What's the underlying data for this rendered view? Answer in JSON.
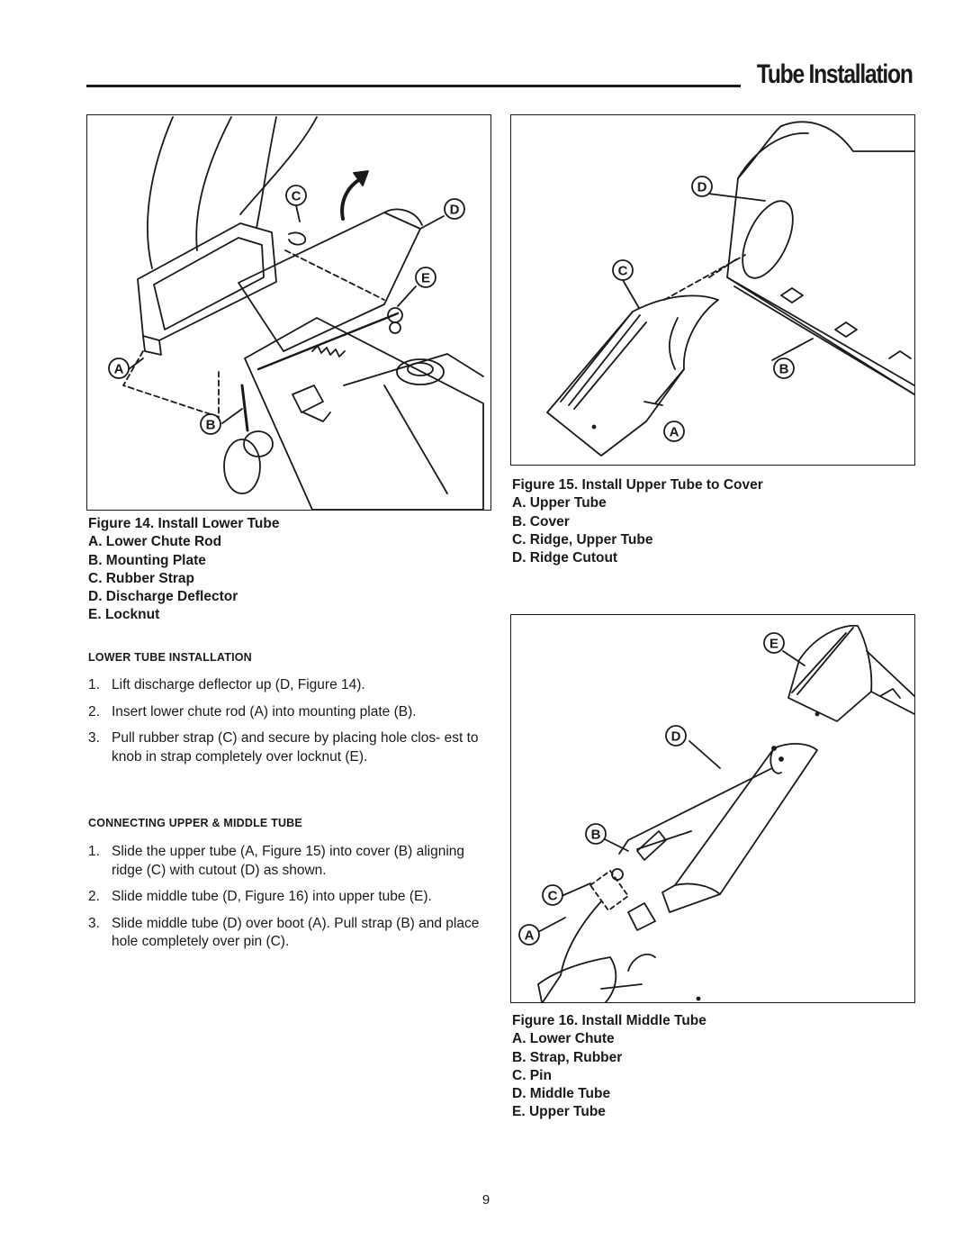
{
  "header": {
    "title": "Tube Installation"
  },
  "figure14": {
    "labels": {
      "a": "A",
      "b": "B",
      "c": "C",
      "d": "D",
      "e": "E"
    },
    "caption": {
      "title": "Figure 14. Install Lower Tube",
      "items": [
        "A. Lower Chute Rod",
        "B. Mounting Plate",
        "C. Rubber Strap",
        "D. Discharge Deflector",
        "E. Locknut"
      ]
    }
  },
  "figure15": {
    "labels": {
      "a": "A",
      "b": "B",
      "c": "C",
      "d": "D"
    },
    "caption": {
      "title": "Figure 15. Install Upper Tube to Cover",
      "items": [
        "A. Upper Tube",
        "B. Cover",
        "C. Ridge, Upper Tube",
        "D. Ridge Cutout"
      ]
    }
  },
  "figure16": {
    "labels": {
      "a": "A",
      "b": "B",
      "c": "C",
      "d": "D",
      "e": "E"
    },
    "caption": {
      "title": "Figure 16. Install Middle Tube",
      "items": [
        "A. Lower Chute",
        "B. Strap, Rubber",
        "C. Pin",
        "D. Middle Tube",
        "E. Upper Tube"
      ]
    }
  },
  "lower_tube": {
    "heading": "LOWER TUBE INSTALLATION",
    "steps": [
      {
        "num": "1.",
        "text": "Lift discharge deflector up (D, Figure 14)."
      },
      {
        "num": "2.",
        "text": "Insert lower chute rod (A) into mounting plate (B)."
      },
      {
        "num": "3.",
        "text": "Pull rubber strap (C) and secure by placing hole clos- est to knob in strap completely over locknut (E)."
      }
    ]
  },
  "connecting": {
    "heading": "CONNECTING UPPER & MIDDLE TUBE",
    "steps": [
      {
        "num": "1.",
        "text": "Slide the upper tube (A, Figure 15) into cover (B) aligning ridge (C) with cutout (D) as shown."
      },
      {
        "num": "2.",
        "text": "Slide middle tube (D, Figure 16) into upper tube (E)."
      },
      {
        "num": "3.",
        "text": "Slide middle tube (D) over boot (A). Pull strap (B) and place hole completely over pin (C)."
      }
    ]
  },
  "page_number": "9"
}
